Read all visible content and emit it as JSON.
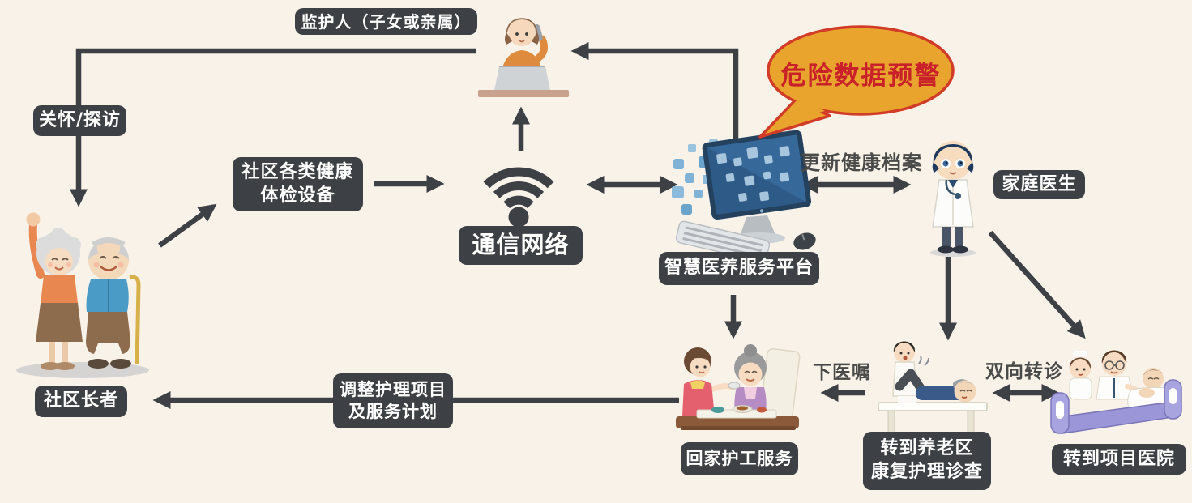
{
  "colors": {
    "background": "#F9F2E9",
    "label_background": "#3D4145",
    "label_text": "#FFFFFF",
    "arrow": "#3D4145",
    "bubble_fill": "#E8A42C",
    "bubble_border": "#D23B27",
    "warning_text": "#C9202A",
    "annotation_text": "#4A4A48"
  },
  "nodes": {
    "guardian": {
      "label": "监护人（子女或亲属）"
    },
    "care_visit": {
      "label": "关怀/探访"
    },
    "devices": {
      "line1": "社区各类健康",
      "line2": "体检设备"
    },
    "network": {
      "label": "通信网络"
    },
    "platform": {
      "label": "智慧医养服务平台"
    },
    "family_doctor": {
      "label": "家庭医生"
    },
    "community_elders": {
      "label": "社区长者"
    },
    "adjust_plan": {
      "line1": "调整护理项目",
      "line2": "及服务计划"
    },
    "home_care": {
      "label": "回家护工服务"
    },
    "rehab": {
      "line1": "转到养老区",
      "line2": "康复护理诊查"
    },
    "hospital": {
      "label": "转到项目医院"
    }
  },
  "annotations": {
    "danger_warning": "危险数据预警",
    "update_health_records": "更新健康档案",
    "doctor_orders": "下医嘱",
    "bidirectional_referral": "双向转诊"
  },
  "illustrations": {
    "guardian": "woman-on-phone-at-laptop",
    "community_elders": "elderly-couple-with-cane",
    "network": "wifi-symbol",
    "platform": "desktop-computer-with-app-icons",
    "family_doctor": "cartoon-doctor-with-stethoscope",
    "home_care": "caregiver-feeding-elder-at-table",
    "rehab": "therapist-with-patient-on-exam-table",
    "hospital": "doctor-and-nurse-at-hospital-bed"
  }
}
